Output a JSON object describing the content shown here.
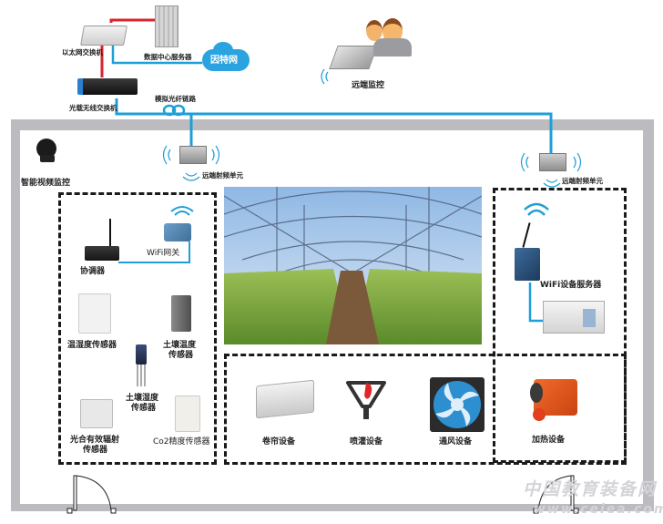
{
  "title": "智能温室物联网系统架构图",
  "network": {
    "ethernet_switch": "以太网交换机",
    "datacenter_server": "数据中心服务器",
    "internet": "因特网",
    "optical_wireless_switch": "光载无线交换机",
    "analog_fiber_link": "模拟光纤链路",
    "remote_monitoring": "远端监控"
  },
  "greenhouse": {
    "video_monitoring": "智能视频监控",
    "remote_rf_unit_left": "远端射频单元",
    "remote_rf_unit_right": "远端射频单元",
    "sensor_zone": {
      "coordinator": "协调器",
      "wifi_gateway": "WiFi网关",
      "temp_humidity_sensor": "温湿度传感器",
      "soil_temp_sensor": [
        "土壤温度",
        "传感器"
      ],
      "soil_moisture_sensor": [
        "土壤湿度",
        "传感器"
      ],
      "par_sensor": [
        "光合有效辐射",
        "传感器"
      ],
      "co2_sensor": "Co2精度传感器"
    },
    "device_server_zone": {
      "wifi_device_server": "WiFi设备服务器"
    },
    "actuator_zone": {
      "devices": [
        "卷帘设备",
        "喷灌设备",
        "通风设备",
        "加热设备"
      ]
    }
  },
  "watermark": {
    "line1": "中国教育装备网",
    "line2": "www.ceiea.com"
  },
  "colors": {
    "network_line": "#1e9fd8",
    "ethernet_line": "#d8262c",
    "cloud": "#2aa3e0",
    "wall": "#bcbcc0",
    "dashed_border": "#1a1a1a"
  }
}
